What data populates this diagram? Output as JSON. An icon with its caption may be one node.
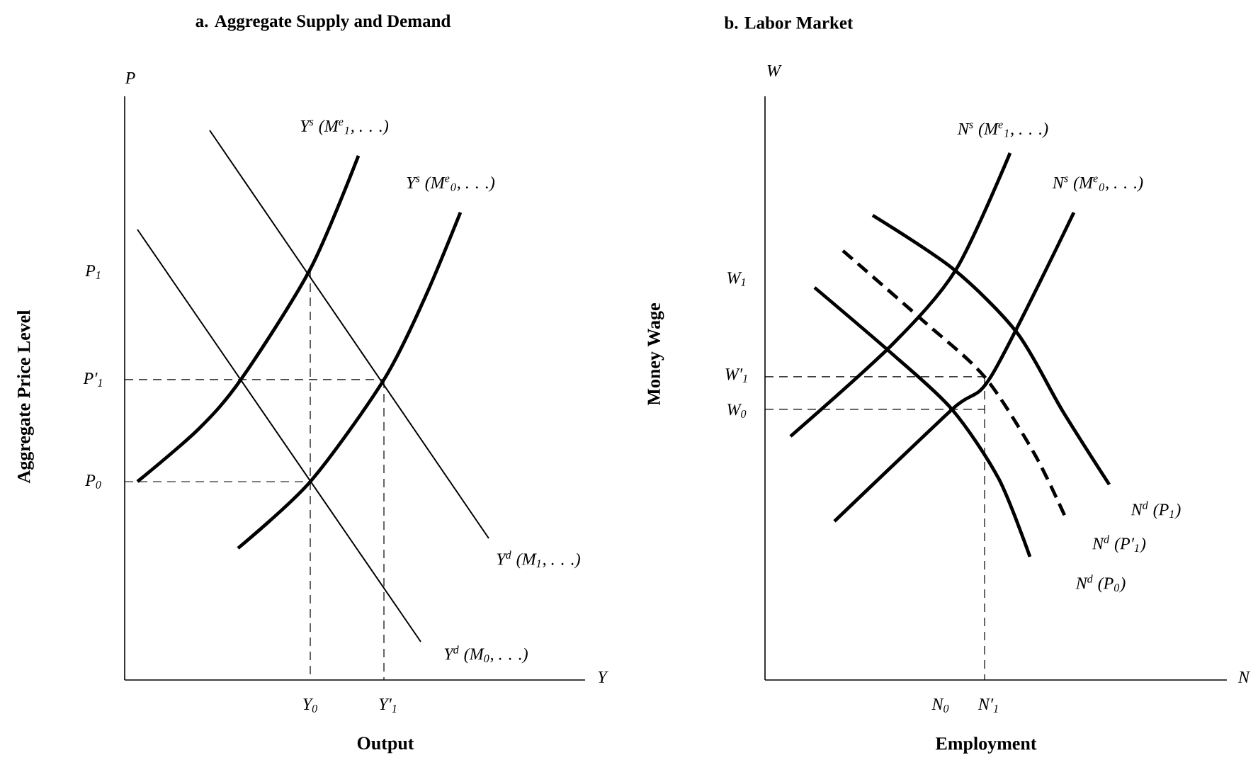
{
  "diagram": {
    "labels": [
      "a. Aggregate Supply and Demand",
      "b. Labor Market",
      "P",
      "Y$^{s}$ (M$^{e}$$_{1}$, . . .)",
      "W",
      "N$^{s}$ (M$^{e}$$_{1}$, . . .)",
      "Y$^{s}$ (M$^{e}$$_{0}$, . . .)",
      "N$^{s}$ (M$^{e}$$_{0}$, . . .)",
      "Aggregate Price Level",
      "P$_{1}$",
      "W$_{1}$",
      "P′$_{1}$",
      "W′$_{1}$",
      "W$_{0}$",
      "P$_{0}$",
      "N$^{d}$ (P$_{1}$)",
      "Money Wage",
      "N$^{d}$ (P′$_{1}$)",
      "Y$^{d}$ (M$_{1}$, . . .)",
      "N$^{d}$ (P$_{0}$)",
      "Y$^{d}$ (M$_{0}$, . . .)",
      "Y",
      "N",
      "Y$_{0}$",
      "Y′$_{1}$",
      "N$_{0}$",
      "N′$_{1}$",
      "Output",
      "Employment"
    ]
  }
}
